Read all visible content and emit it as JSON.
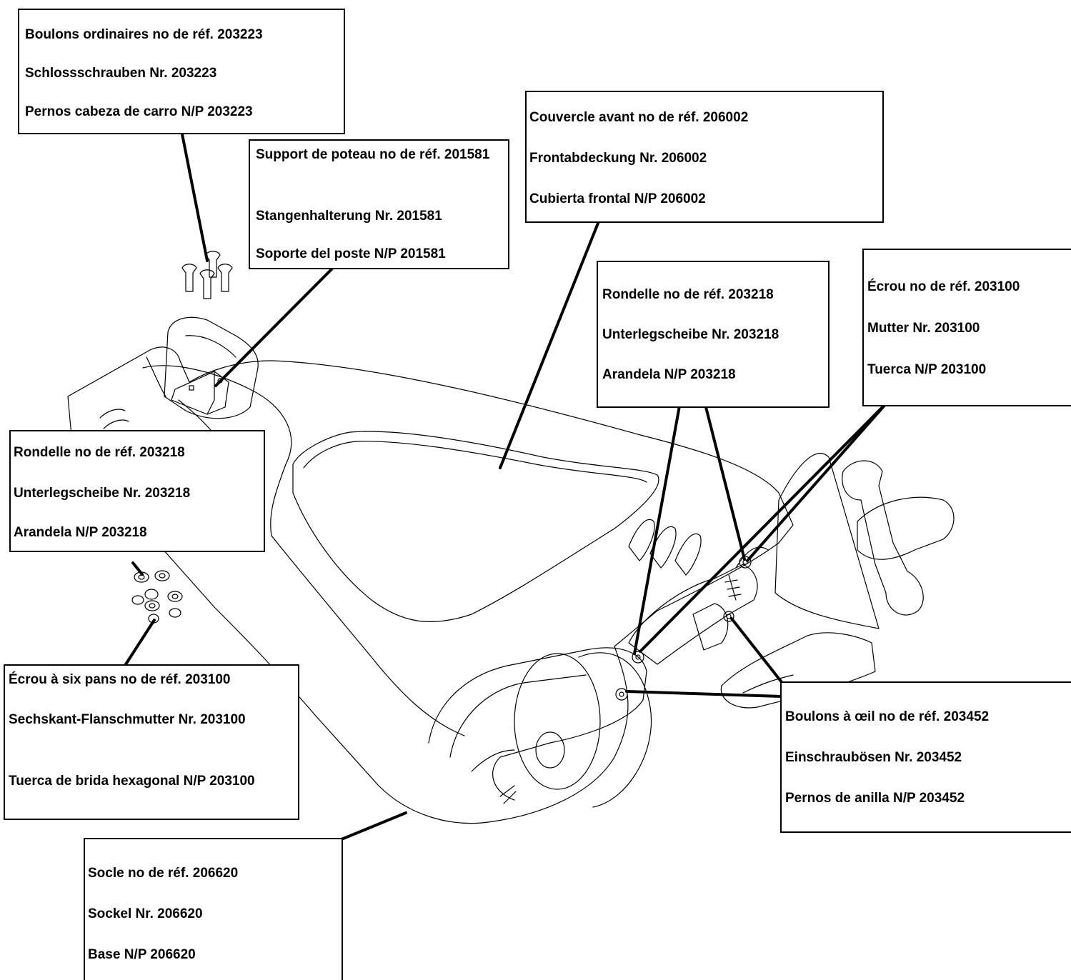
{
  "diagram": {
    "colors": {
      "line": "#000000",
      "background": "#ffffff"
    },
    "callouts": [
      {
        "id": "carriage-bolts",
        "lines": [
          "Boulons ordinaires no de réf. 203223",
          "Schlossschrauben Nr. 203223",
          "Pernos cabeza de carro N/P 203223"
        ]
      },
      {
        "id": "pole-bracket",
        "lines": [
          "Support de poteau no de réf. 201581",
          "Stangenhalterung Nr. 201581",
          "Soporte del poste N/P 201581"
        ]
      },
      {
        "id": "front-cover",
        "lines": [
          "Couvercle avant no de réf. 206002",
          "Frontabdeckung Nr. 206002",
          "Cubierta frontal N/P 206002"
        ]
      },
      {
        "id": "washer-right",
        "lines": [
          "Rondelle no de réf. 203218",
          "Unterlegscheibe Nr. 203218",
          "Arandela N/P 203218"
        ]
      },
      {
        "id": "nut-right",
        "lines": [
          "Écrou no de réf. 203100",
          "Mutter Nr. 203100",
          "Tuerca N/P 203100"
        ]
      },
      {
        "id": "washer-left",
        "lines": [
          "Rondelle no de réf. 203218",
          "Unterlegscheibe Nr. 203218",
          "Arandela N/P 203218"
        ]
      },
      {
        "id": "hex-flange-nut",
        "lines": [
          "Écrou à six pans no de réf. 203100",
          "Sechskant-Flanschmutter Nr. 203100",
          "Tuerca de brida hexagonal N/P 203100"
        ]
      },
      {
        "id": "eye-bolts",
        "lines": [
          "Boulons à œil no de réf. 203452",
          "Einschraubösen Nr. 203452",
          "Pernos de anilla N/P 203452"
        ]
      },
      {
        "id": "base",
        "lines": [
          "Socle no de réf. 206620",
          "Sockel Nr. 206620",
          "Base N/P 206620"
        ]
      }
    ]
  }
}
